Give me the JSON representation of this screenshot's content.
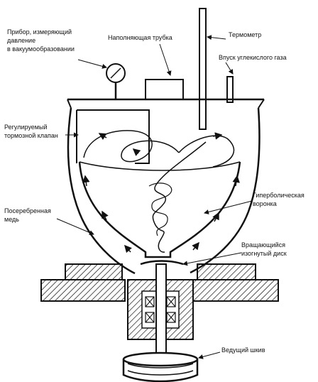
{
  "labels": {
    "gauge": [
      "Прибор, измеряющий",
      "давление",
      "в вакуумообразовании"
    ],
    "filling_tube": "Наполняющая трубка",
    "thermometer": "Термометр",
    "gas_inlet": "Впуск углекислого газа",
    "valve": [
      "Регулируемый",
      "тормозной клапан"
    ],
    "hyperbolic_funnel": [
      "Гиперболическая",
      "воронка"
    ],
    "silvered_copper": [
      "Посеребренная",
      "медь"
    ],
    "rotating_disk": [
      "Вращающийся",
      "изогнутый диск"
    ],
    "drive_shaft": "Ведущий шкив"
  },
  "colors": {
    "ink": "#111111",
    "paper": "#ffffff"
  }
}
